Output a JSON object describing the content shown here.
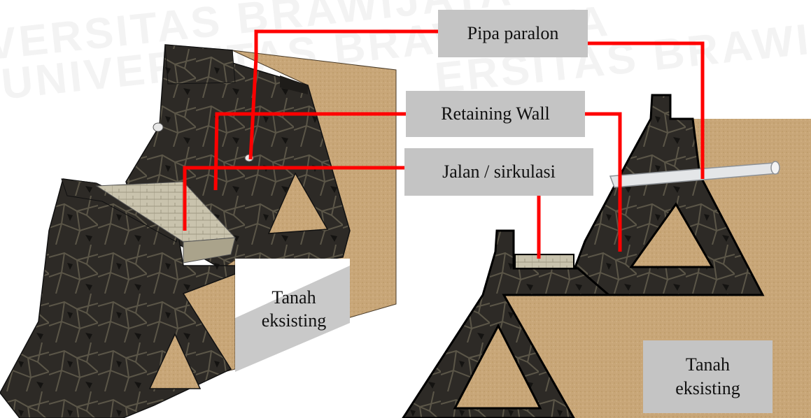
{
  "watermark": [
    "VERSITAS BRAWIJAYA",
    "UNIVERSITAS BRAWIJAYA",
    "ERSITAS BRAWIJAYA"
  ],
  "labels": {
    "pipa": "Pipa paralon",
    "retaining": "Retaining Wall",
    "jalan": "Jalan / sirkulasi",
    "tanah_left_line1": "Tanah",
    "tanah_left_line2": "eksisting",
    "tanah_right_line1": "Tanah",
    "tanah_right_line2": "eksisting"
  },
  "colors": {
    "stone": "#2d2a26",
    "soil": "#c8a678",
    "soil_dark": "#a9875c",
    "leader": "#ff0000",
    "label_bg": "#c4c4c4",
    "pipe": "#e4e6e8",
    "path": "#c9c3ad"
  }
}
